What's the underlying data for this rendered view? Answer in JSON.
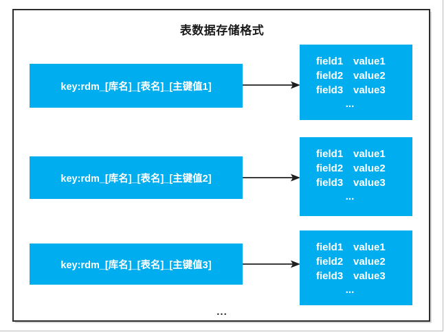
{
  "diagram": {
    "title": "表数据存储格式",
    "accent_color": "#00aeef",
    "border_color": "#2b2b2b",
    "arrow_color": "#3a3a3a",
    "text_on_accent": "#ffffff",
    "bottom_ellipsis": "...",
    "rows": [
      {
        "key_label": "key:rdm_[库名]_[表名]_[主键值1]",
        "fields": [
          {
            "name": "field1",
            "value": "value1"
          },
          {
            "name": "field2",
            "value": "value2"
          },
          {
            "name": "field3",
            "value": "value3"
          }
        ],
        "fields_ellipsis": "..."
      },
      {
        "key_label": "key:rdm_[库名]_[表名]_[主键值2]",
        "fields": [
          {
            "name": "field1",
            "value": "value1"
          },
          {
            "name": "field2",
            "value": "value2"
          },
          {
            "name": "field3",
            "value": "value3"
          }
        ],
        "fields_ellipsis": "..."
      },
      {
        "key_label": "key:rdm_[库名]_[表名]_[主键值3]",
        "fields": [
          {
            "name": "field1",
            "value": "value1"
          },
          {
            "name": "field2",
            "value": "value2"
          },
          {
            "name": "field3",
            "value": "value3"
          }
        ],
        "fields_ellipsis": "..."
      }
    ]
  }
}
